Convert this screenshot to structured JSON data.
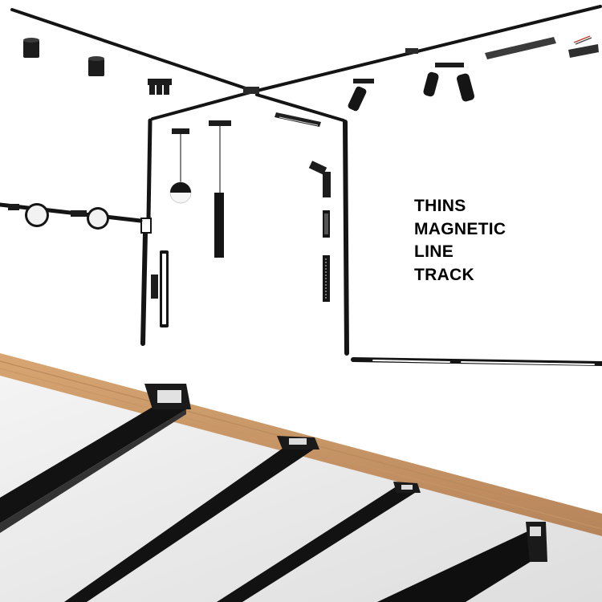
{
  "title_lines": [
    "THINS",
    "MAGNETIC",
    "LINE",
    "TRACK"
  ],
  "colors": {
    "track": "#141414",
    "wood": "#c99a67",
    "wood_dark": "#a97b4f",
    "ceiling": "#ffffff",
    "ceiling_shade": "#ececec",
    "glow": "#ffffff",
    "text": "#000000"
  }
}
